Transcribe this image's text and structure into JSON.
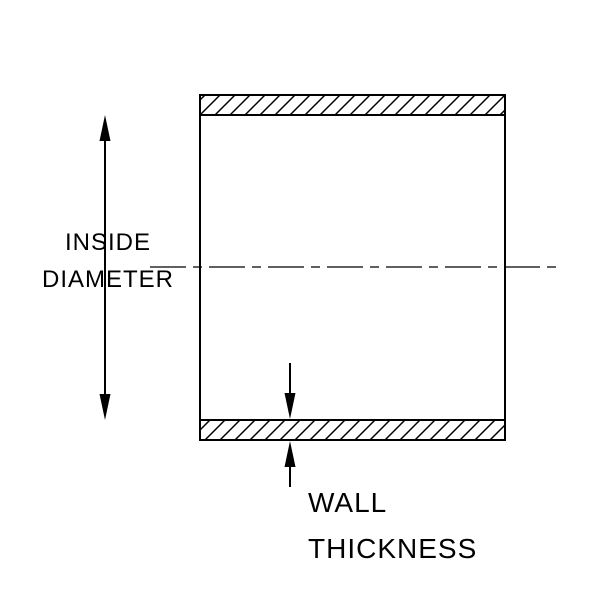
{
  "page": {
    "background_color": "#ffffff",
    "line_color": "#000000"
  },
  "diagram": {
    "type": "technical-drawing",
    "labels": {
      "inside_diameter": {
        "line1": "INSIDE",
        "line2": "DIAMETER"
      },
      "wall_thickness": {
        "line1": "WALL",
        "line2": "THICKNESS"
      }
    }
  }
}
